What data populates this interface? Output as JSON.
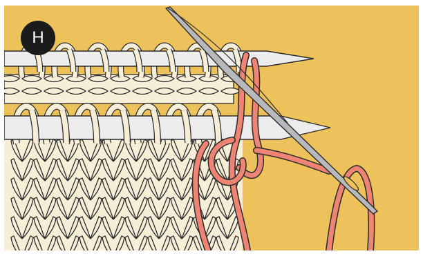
{
  "step": {
    "label": "H"
  },
  "colors": {
    "background": "#EEC25A",
    "badge": "#1C1B1B",
    "yarn": "#F7EED8",
    "yarn_outline": "#2A2A2A",
    "needle": "#ECECEC",
    "tapestry_needle": "#B8B9BC",
    "working_yarn": "#EE8574"
  },
  "illustration": {
    "subject": "kitchener-stitch-grafting",
    "elements": [
      "front-knitting-needle",
      "back-knitting-needle",
      "tapestry-needle",
      "working-yarn",
      "knitted-fabric"
    ]
  }
}
